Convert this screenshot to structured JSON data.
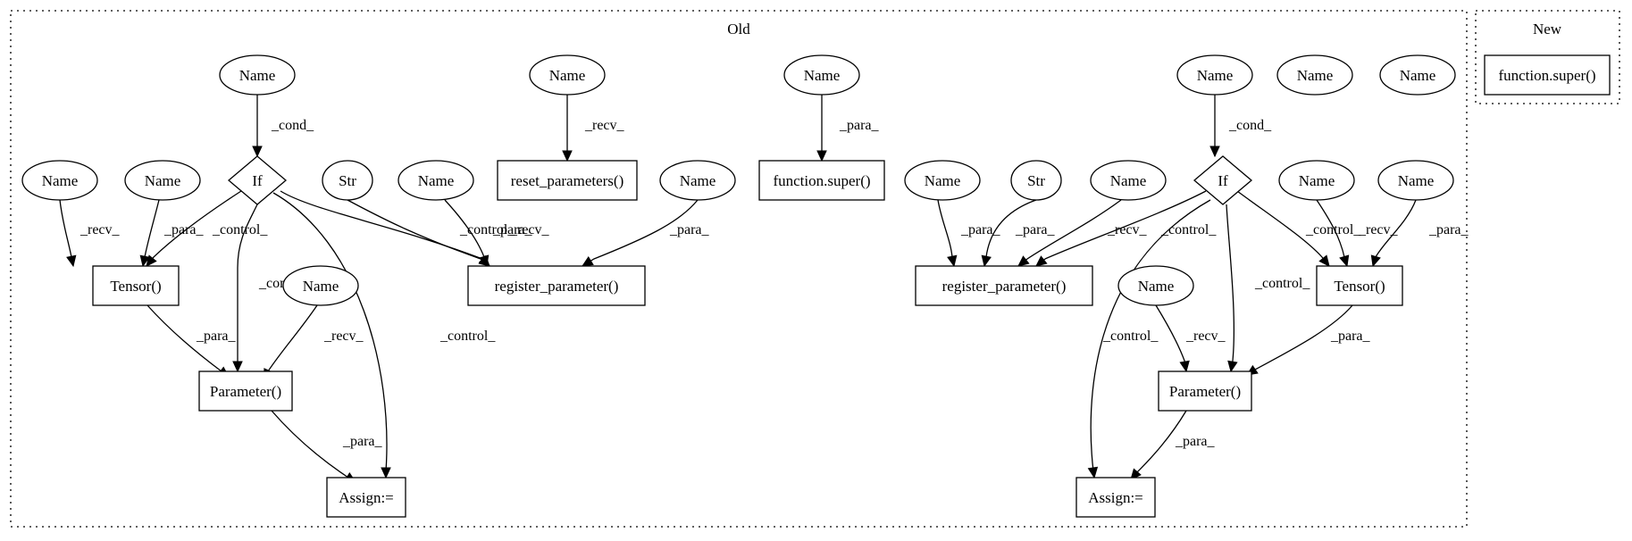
{
  "clusters": [
    {
      "id": "old",
      "label": "Old"
    },
    {
      "id": "new",
      "label": "New"
    }
  ],
  "nodes": [
    {
      "id": "n_name_cond_l",
      "label": "Name",
      "shape": "ellipse"
    },
    {
      "id": "n_name_reset",
      "label": "Name",
      "shape": "ellipse"
    },
    {
      "id": "n_name_super",
      "label": "Name",
      "shape": "ellipse"
    },
    {
      "id": "n_name_cond_r",
      "label": "Name",
      "shape": "ellipse"
    },
    {
      "id": "n_name_iso1",
      "label": "Name",
      "shape": "ellipse"
    },
    {
      "id": "n_name_iso2",
      "label": "Name",
      "shape": "ellipse"
    },
    {
      "id": "n_name_t_recv_l",
      "label": "Name",
      "shape": "ellipse"
    },
    {
      "id": "n_name_t_para_l",
      "label": "Name",
      "shape": "ellipse"
    },
    {
      "id": "n_if_l",
      "label": "If",
      "shape": "diamond"
    },
    {
      "id": "n_str_l",
      "label": "Str",
      "shape": "ellipse"
    },
    {
      "id": "n_name_rp_recv_l",
      "label": "Name",
      "shape": "ellipse"
    },
    {
      "id": "n_name_rp_para_l",
      "label": "Name",
      "shape": "ellipse"
    },
    {
      "id": "n_reset",
      "label": "reset_parameters()",
      "shape": "box"
    },
    {
      "id": "n_super_old",
      "label": "function.super()",
      "shape": "box"
    },
    {
      "id": "n_tensor_l",
      "label": "Tensor()",
      "shape": "box"
    },
    {
      "id": "n_name_p_recv_l",
      "label": "Name",
      "shape": "ellipse"
    },
    {
      "id": "n_regparam_l",
      "label": "register_parameter()",
      "shape": "box"
    },
    {
      "id": "n_param_l",
      "label": "Parameter()",
      "shape": "box"
    },
    {
      "id": "n_assign_l",
      "label": "Assign:=",
      "shape": "box"
    },
    {
      "id": "n_name_rp_para_r",
      "label": "Name",
      "shape": "ellipse"
    },
    {
      "id": "n_str_r",
      "label": "Str",
      "shape": "ellipse"
    },
    {
      "id": "n_name_rp_recv_r",
      "label": "Name",
      "shape": "ellipse"
    },
    {
      "id": "n_if_r",
      "label": "If",
      "shape": "diamond"
    },
    {
      "id": "n_name_t_recv_r",
      "label": "Name",
      "shape": "ellipse"
    },
    {
      "id": "n_name_t_para_r",
      "label": "Name",
      "shape": "ellipse"
    },
    {
      "id": "n_regparam_r",
      "label": "register_parameter()",
      "shape": "box"
    },
    {
      "id": "n_tensor_r",
      "label": "Tensor()",
      "shape": "box"
    },
    {
      "id": "n_name_p_recv_r",
      "label": "Name",
      "shape": "ellipse"
    },
    {
      "id": "n_param_r",
      "label": "Parameter()",
      "shape": "box"
    },
    {
      "id": "n_assign_r",
      "label": "Assign:=",
      "shape": "box"
    },
    {
      "id": "n_super_new",
      "label": "function.super()",
      "shape": "box"
    }
  ],
  "edges": [
    {
      "from": "n_name_cond_l",
      "to": "n_if_l",
      "label": "_cond_"
    },
    {
      "from": "n_name_reset",
      "to": "n_reset",
      "label": "_recv_"
    },
    {
      "from": "n_name_super",
      "to": "n_super_old",
      "label": "_para_"
    },
    {
      "from": "n_name_t_recv_l",
      "to": "n_tensor_l",
      "label": "_recv_"
    },
    {
      "from": "n_name_t_para_l",
      "to": "n_tensor_l",
      "label": "_para_"
    },
    {
      "from": "n_if_l",
      "to": "n_tensor_l",
      "label": "_control_"
    },
    {
      "from": "n_if_l",
      "to": "n_param_l",
      "label": "_control_"
    },
    {
      "from": "n_if_l",
      "to": "n_regparam_l",
      "label": "_control_"
    },
    {
      "from": "n_if_l",
      "to": "n_assign_l",
      "label": "_control_"
    },
    {
      "from": "n_str_l",
      "to": "n_regparam_l",
      "label": "_para_"
    },
    {
      "from": "n_name_rp_recv_l",
      "to": "n_regparam_l",
      "label": "_recv_"
    },
    {
      "from": "n_name_rp_para_l",
      "to": "n_regparam_l",
      "label": "_para_"
    },
    {
      "from": "n_tensor_l",
      "to": "n_param_l",
      "label": "_para_"
    },
    {
      "from": "n_name_p_recv_l",
      "to": "n_param_l",
      "label": "_recv_"
    },
    {
      "from": "n_param_l",
      "to": "n_assign_l",
      "label": "_para_"
    },
    {
      "from": "n_name_cond_r",
      "to": "n_if_r",
      "label": "_cond_"
    },
    {
      "from": "n_name_rp_para_r",
      "to": "n_regparam_r",
      "label": "_para_"
    },
    {
      "from": "n_str_r",
      "to": "n_regparam_r",
      "label": "_para_"
    },
    {
      "from": "n_name_rp_recv_r",
      "to": "n_regparam_r",
      "label": "_recv_"
    },
    {
      "from": "n_if_r",
      "to": "n_regparam_r",
      "label": "_control_"
    },
    {
      "from": "n_if_r",
      "to": "n_assign_r",
      "label": "_control_"
    },
    {
      "from": "n_if_r",
      "to": "n_param_r",
      "label": "_control_"
    },
    {
      "from": "n_if_r",
      "to": "n_tensor_r",
      "label": "_control_"
    },
    {
      "from": "n_name_t_recv_r",
      "to": "n_tensor_r",
      "label": "_recv_"
    },
    {
      "from": "n_name_t_para_r",
      "to": "n_tensor_r",
      "label": "_para_"
    },
    {
      "from": "n_name_p_recv_r",
      "to": "n_param_r",
      "label": "_recv_"
    },
    {
      "from": "n_tensor_r",
      "to": "n_param_r",
      "label": "_para_"
    },
    {
      "from": "n_param_r",
      "to": "n_assign_r",
      "label": "_para_"
    }
  ]
}
